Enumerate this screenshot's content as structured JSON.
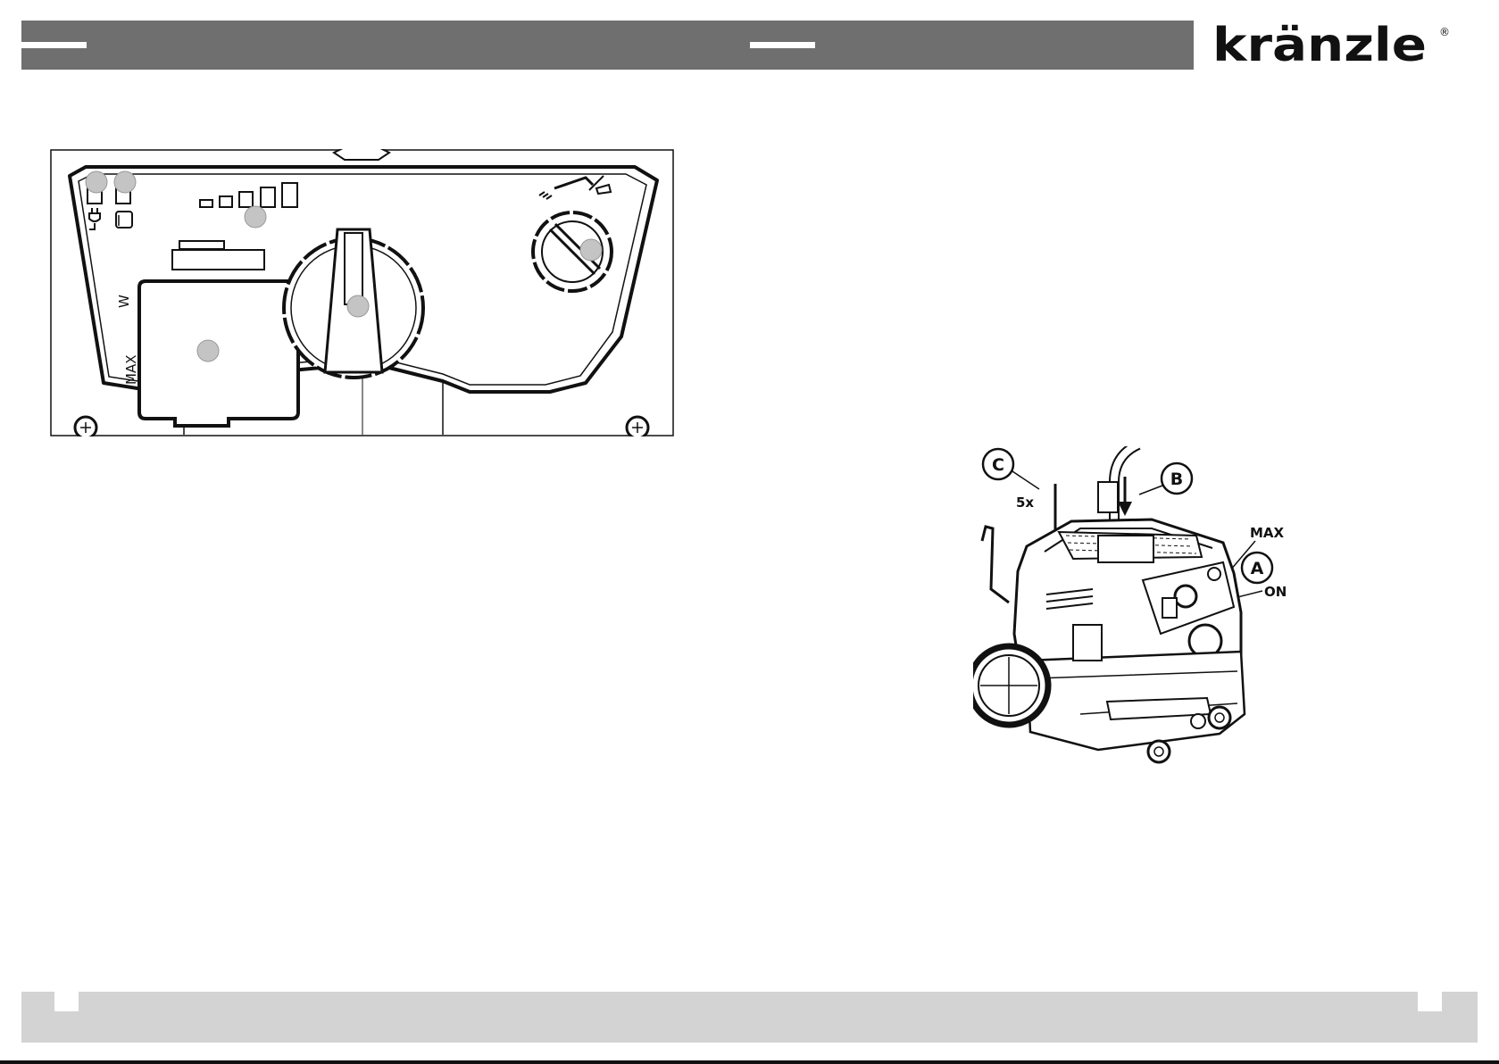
{
  "brand": {
    "name": "kränzle",
    "registered_mark": "®"
  },
  "control_panel": {
    "indicators": [
      "power-plug-icon",
      "container-icon"
    ],
    "power_level_bars": 5,
    "max_label": "MAX",
    "w_label": "W"
  },
  "machine_callouts": {
    "a": "A",
    "b": "B",
    "c": "C",
    "c_count": "5x",
    "max_label": "MAX",
    "on_label": "ON"
  },
  "colors": {
    "header": "#6f6f6f",
    "footer": "#d3d3d3",
    "marker": "#c4c4c4"
  }
}
